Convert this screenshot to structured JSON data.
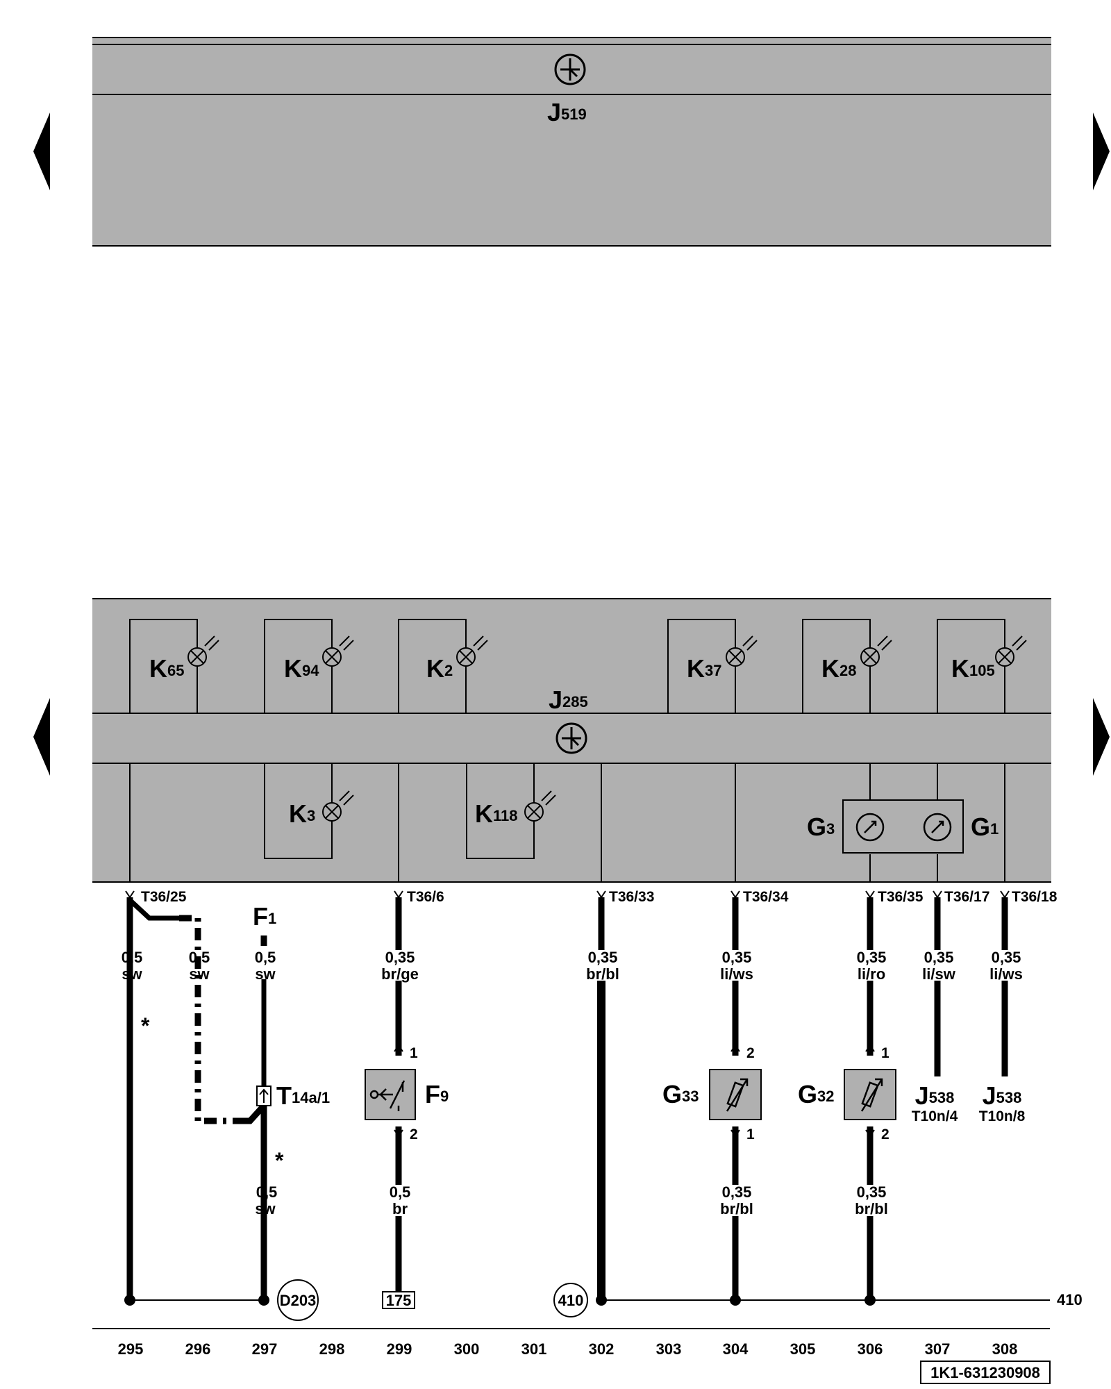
{
  "top_module": {
    "label": "J",
    "sub": "519"
  },
  "bottom_module": {
    "label": "J",
    "sub": "285"
  },
  "top_indicators": [
    {
      "label": "K",
      "sub": "65"
    },
    {
      "label": "K",
      "sub": "94"
    },
    {
      "label": "K",
      "sub": "2"
    },
    {
      "label": "K",
      "sub": "37"
    },
    {
      "label": "K",
      "sub": "28"
    },
    {
      "label": "K",
      "sub": "105"
    }
  ],
  "lower_indicators": [
    {
      "label": "K",
      "sub": "3"
    },
    {
      "label": "K",
      "sub": "118"
    }
  ],
  "gauges": [
    {
      "label": "G",
      "sub": "3"
    },
    {
      "label": "G",
      "sub": "1"
    }
  ],
  "connectors": [
    "T36/25",
    "T36/6",
    "T36/33",
    "T36/34",
    "T36/35",
    "T36/17",
    "T36/18"
  ],
  "wires": [
    {
      "size": "0,5",
      "color": "sw"
    },
    {
      "size": "0,5",
      "color": "sw"
    },
    {
      "size": "0,5",
      "color": "sw"
    },
    {
      "size": "0,35",
      "color": "br/ge"
    },
    {
      "size": "0,35",
      "color": "br/bl"
    },
    {
      "size": "0,35",
      "color": "li/ws"
    },
    {
      "size": "0,35",
      "color": "li/ro"
    },
    {
      "size": "0,35",
      "color": "li/sw"
    },
    {
      "size": "0,35",
      "color": "li/ws"
    },
    {
      "size": "0,5",
      "color": "sw"
    },
    {
      "size": "0,5",
      "color": "br"
    },
    {
      "size": "0,35",
      "color": "br/bl"
    },
    {
      "size": "0,35",
      "color": "br/bl"
    }
  ],
  "fuse": {
    "label": "F",
    "sub": "1"
  },
  "coupler": {
    "label": "T",
    "sub": "14a/1"
  },
  "switch": {
    "label": "F",
    "sub": "9",
    "pin_top": "1",
    "pin_bottom": "2"
  },
  "sender_g33": {
    "label": "G",
    "sub": "33",
    "pin_top": "2",
    "pin_bottom": "1"
  },
  "sender_g32": {
    "label": "G",
    "sub": "32",
    "pin_top": "1",
    "pin_bottom": "2"
  },
  "j538_a": {
    "label": "J",
    "sub": "538",
    "pin": "T10n/4"
  },
  "j538_b": {
    "label": "J",
    "sub": "538",
    "pin": "T10n/8"
  },
  "asterisk": "*",
  "ground_refs": {
    "d203": "D203",
    "box175": "175",
    "c410": "410",
    "line410": "410"
  },
  "track_numbers": [
    "295",
    "296",
    "297",
    "298",
    "299",
    "300",
    "301",
    "302",
    "303",
    "304",
    "305",
    "306",
    "307",
    "308"
  ],
  "drawing_number": "1K1-631230908"
}
